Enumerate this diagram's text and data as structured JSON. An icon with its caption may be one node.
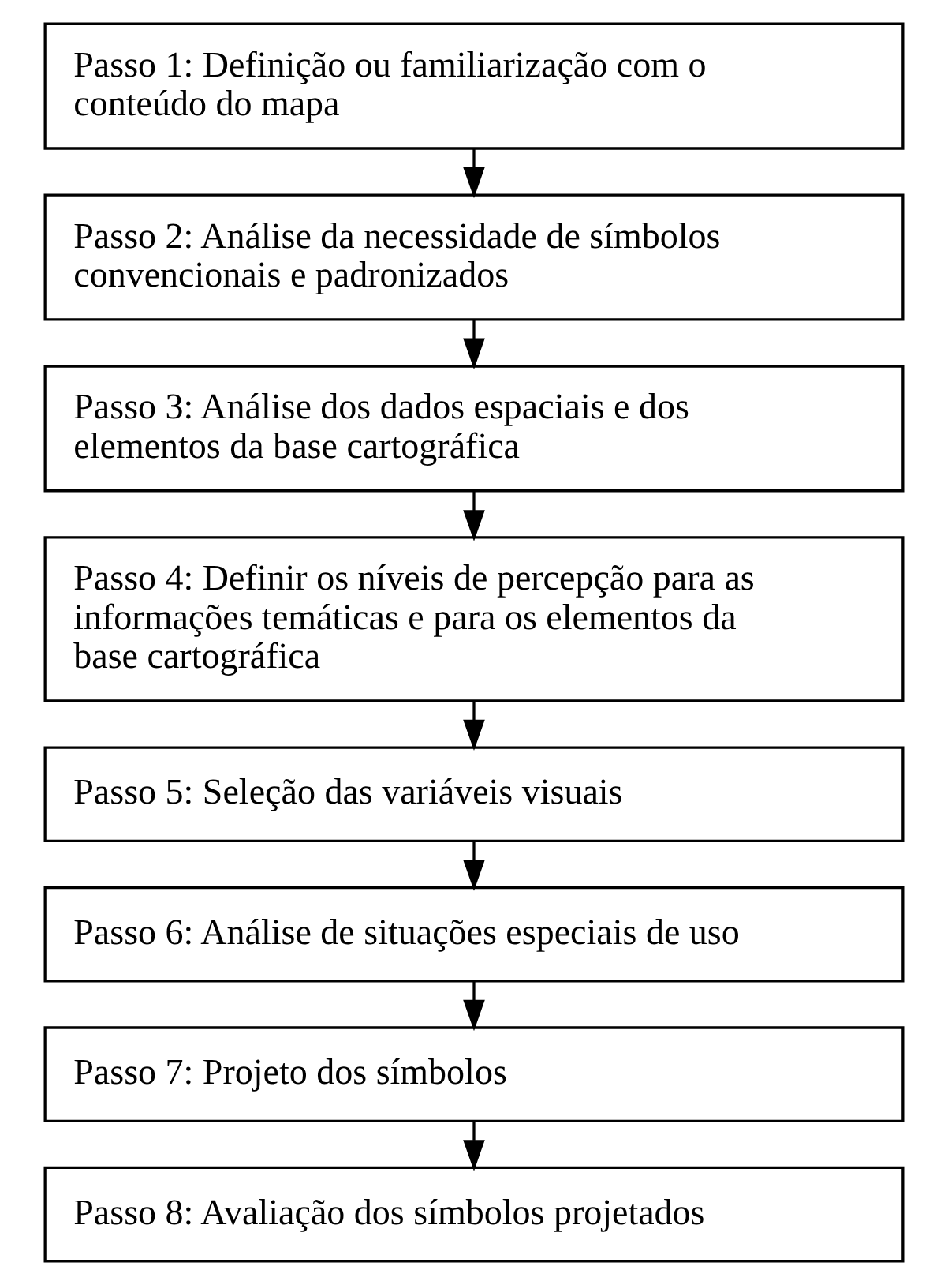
{
  "diagram": {
    "nodes": [
      {
        "text": [
          "Passo 1: Definição ou familiarização com o conteúdo do mapa"
        ]
      },
      {
        "text": [
          "Passo 2: Análise da necessidade de símbolos convencionais e padronizados"
        ]
      },
      {
        "text": [
          "Passo 3: Análise dos dados espaciais e dos elementos da base cartográfica"
        ]
      },
      {
        "text": [
          "Passo 4: Definir os níveis de percepção para as informações temáticas e para os elementos da base cartográfica"
        ]
      },
      {
        "text": [
          "Passo 5: Seleção das variáveis visuais"
        ]
      },
      {
        "text": [
          "Passo 6: Análise de situações especiais de uso"
        ]
      },
      {
        "text": [
          "Passo 7: Projeto dos símbolos"
        ]
      },
      {
        "text": [
          "Passo 8: Avaliação dos símbolos projetados"
        ]
      }
    ],
    "edges": [
      {
        "from": 0,
        "to": 1,
        "arrow": "to"
      },
      {
        "from": 1,
        "to": 2,
        "arrow": "to"
      },
      {
        "from": 2,
        "to": 3,
        "arrow": "to"
      },
      {
        "from": 3,
        "to": 4,
        "arrow": "to"
      },
      {
        "from": 4,
        "to": 5,
        "arrow": "to"
      },
      {
        "from": 5,
        "to": 6,
        "arrow": "to"
      },
      {
        "from": 6,
        "to": 7,
        "arrow": "to"
      }
    ]
  }
}
